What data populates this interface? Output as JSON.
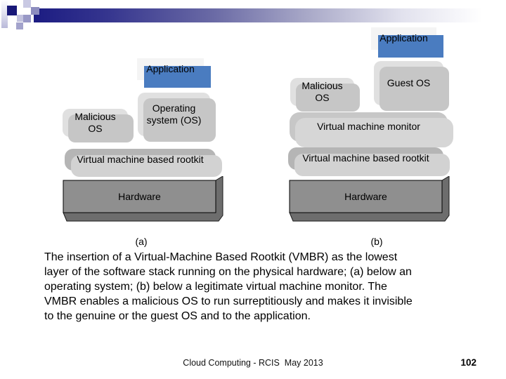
{
  "slide": {
    "footer_text": "Cloud Computing - RCIS  May 2013",
    "page_number": "102"
  },
  "figure": {
    "caption": "The insertion of a Virtual-Machine Based Rootkit (VMBR) as the lowest\nlayer of the software stack running on the physical hardware; (a) below an\noperating system; (b) below a legitimate virtual machine monitor. The\nVMBR enables a malicious OS to run surreptitiously and makes it invisible\nto the genuine or the guest OS and to the application.",
    "diagram_a": {
      "label": "(a)",
      "boxes": {
        "application": "Application",
        "malicious_os": "Malicious\nOS",
        "operating_system": "Operating\nsystem (OS)",
        "vmbr": "Virtual machine based rootkit",
        "hardware": "Hardware"
      }
    },
    "diagram_b": {
      "label": "(b)",
      "boxes": {
        "application": "Application",
        "malicious_os": "Malicious\nOS",
        "guest_os": "Guest OS",
        "vmm": "Virtual machine monitor",
        "vmbr": "Virtual machine based rootkit",
        "hardware": "Hardware"
      }
    }
  },
  "colors": {
    "accent_blue_shadow": "#4a7cc0",
    "banner_navy": "#1c1c82",
    "light_box": "#e0e0e0",
    "light_box_shadow": "#c6c6c6",
    "vmm_box": "#c7c7c7",
    "vmbr_box": "#b5b5b5",
    "vmbr_box_shadow": "#d2d2d2",
    "hardware_front": "#8f8f8f",
    "hardware_side": "#6d6d6d"
  }
}
